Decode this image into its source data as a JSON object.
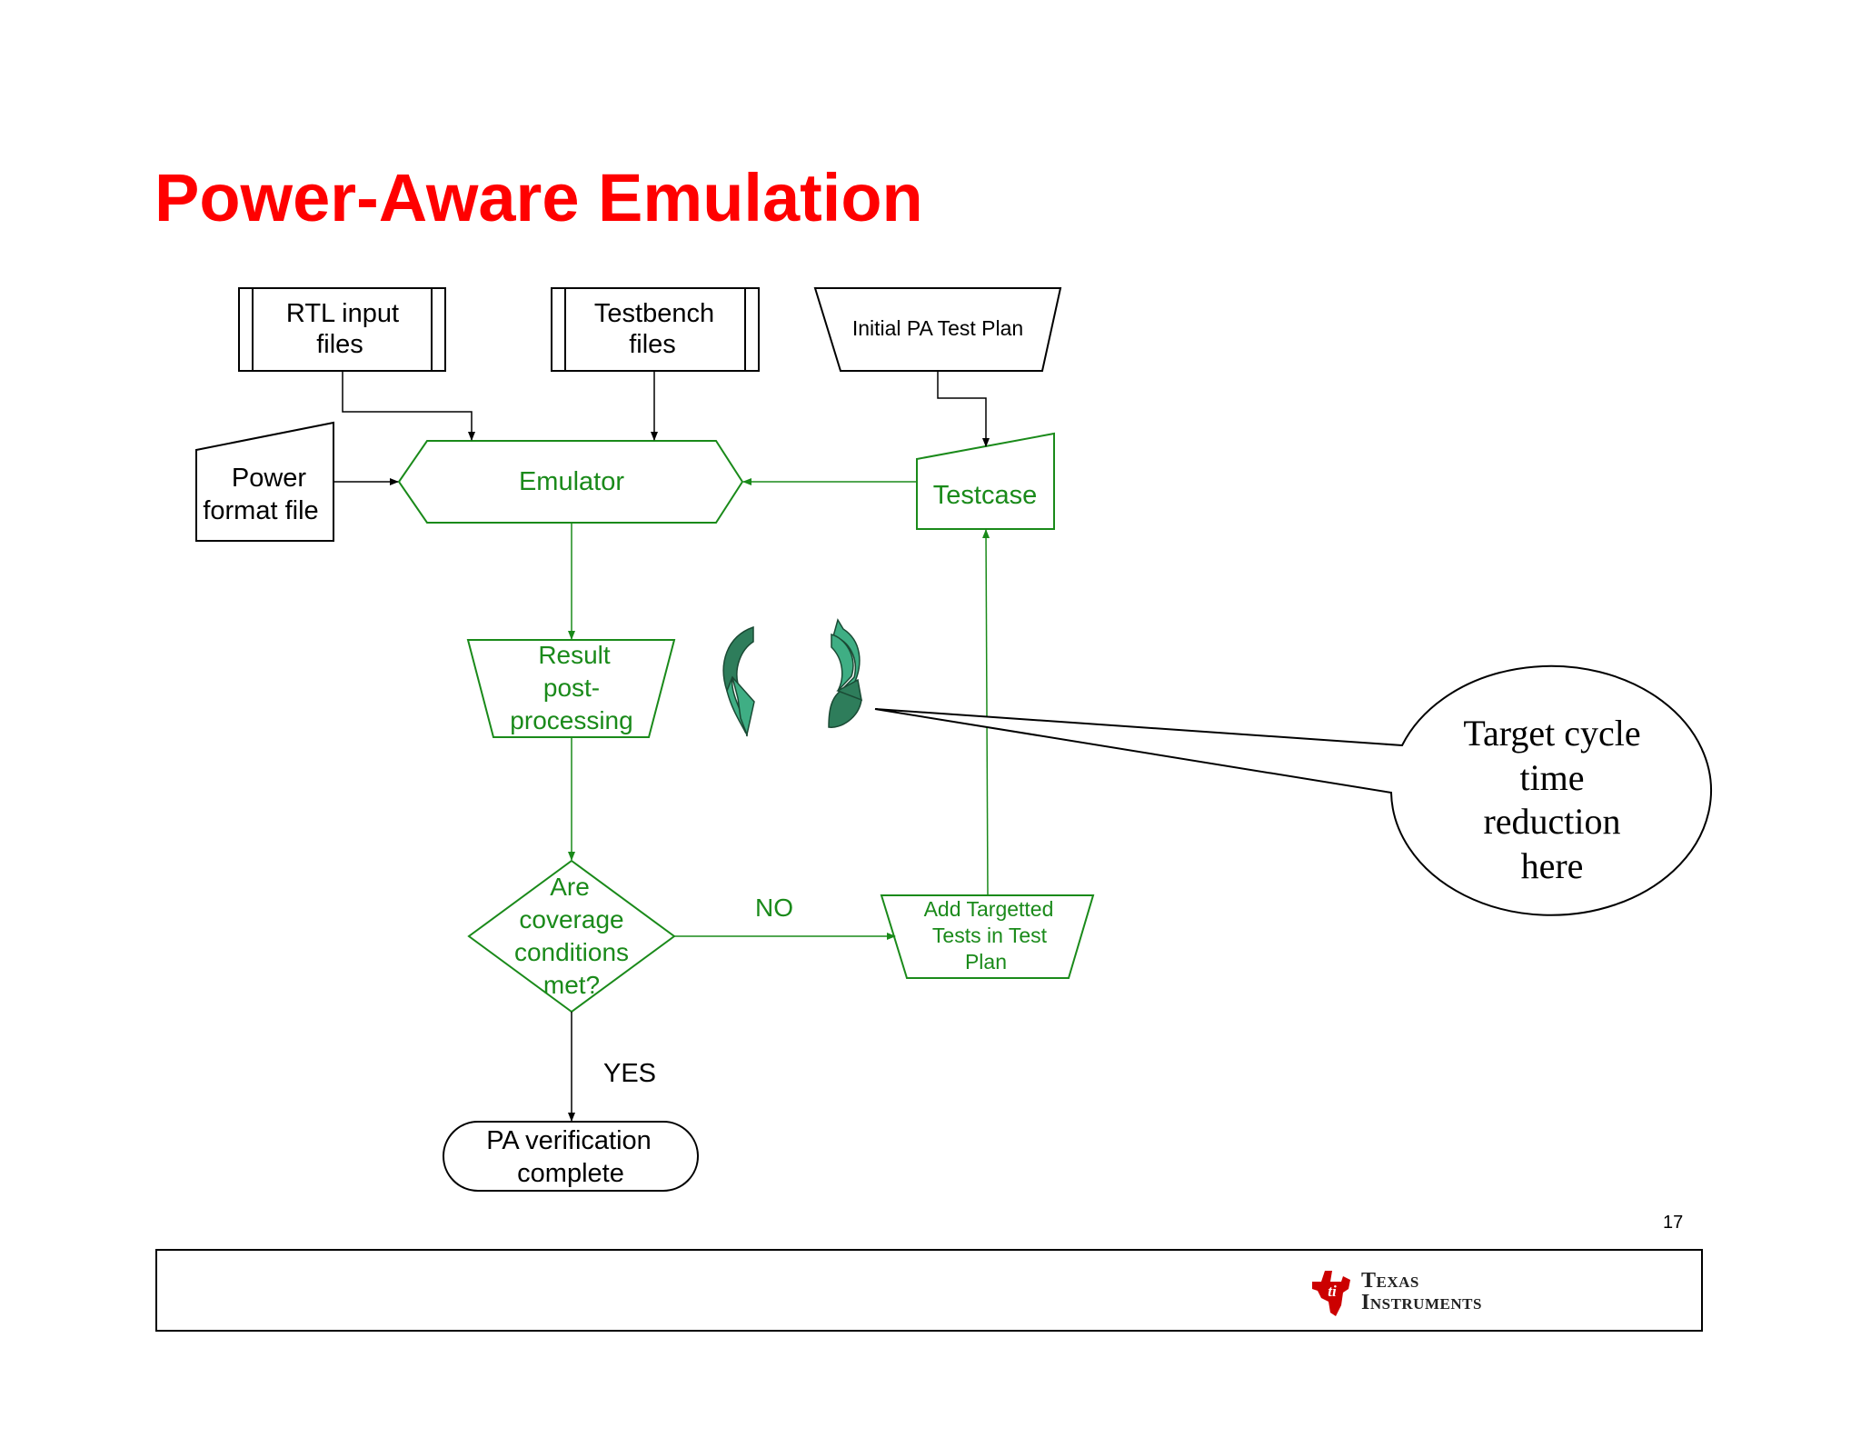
{
  "slide": {
    "title": "Power-Aware Emulation",
    "page_number": "17"
  },
  "diagram": {
    "rtl_input": [
      "RTL input",
      "files"
    ],
    "testbench": [
      "Testbench",
      "files"
    ],
    "initial_plan": "Initial PA Test Plan",
    "power_format": [
      "Power",
      "format file"
    ],
    "emulator": "Emulator",
    "testcase": "Testcase",
    "result_post": [
      "Result",
      "post-",
      "processing"
    ],
    "coverage": [
      "Are",
      "coverage",
      "conditions",
      "met?"
    ],
    "no_label": "NO",
    "yes_label": "YES",
    "add_tests": [
      "Add Targetted",
      "Tests in Test",
      "Plan"
    ],
    "pa_complete": [
      "PA verification",
      "complete"
    ],
    "callout": [
      "Target cycle",
      "time",
      "reduction",
      "here"
    ]
  },
  "footer": {
    "logo_line1": "Texas",
    "logo_line2": "Instruments"
  },
  "colors": {
    "title": "#ff0000",
    "green": "#1a8a1a",
    "cycle_arrow_dark": "#2e7d5b",
    "cycle_arrow_light": "#3fae84",
    "ti_red": "#cc0000"
  }
}
